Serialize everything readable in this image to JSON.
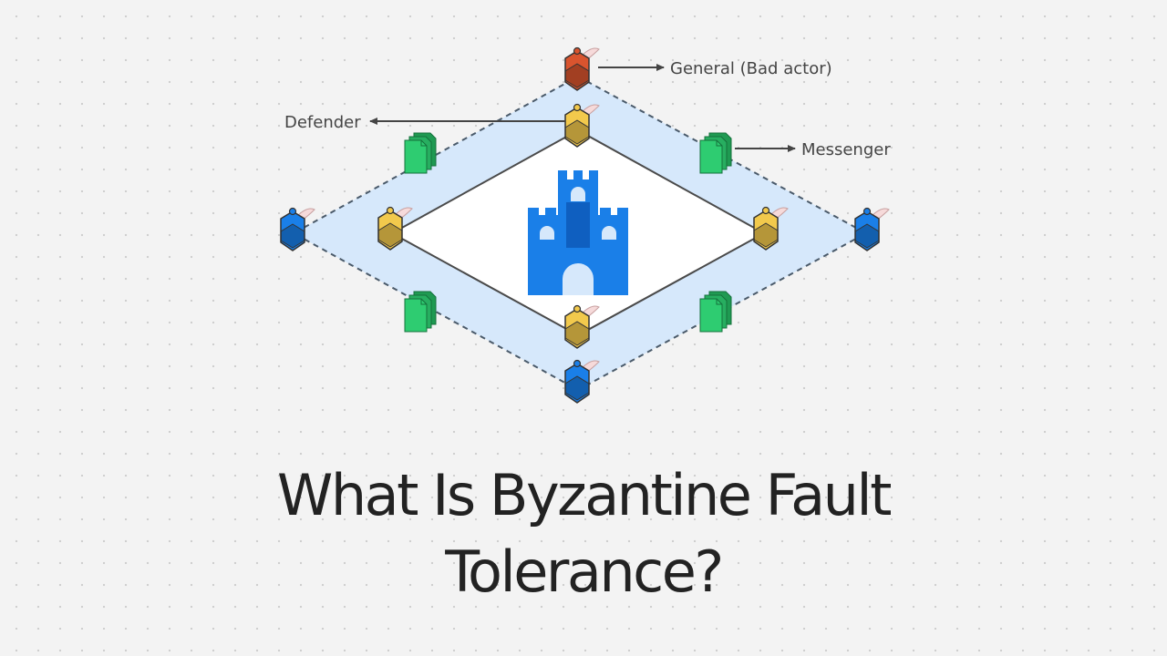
{
  "labels": {
    "general": "General (Bad actor)",
    "defender": "Defender",
    "messenger": "Messenger"
  },
  "title": {
    "line1": "What Is Byzantine Fault",
    "line2": "Tolerance?"
  },
  "colors": {
    "outer_fill": "#d6e8fb",
    "inner_fill": "#ffffff",
    "castle": "#1a7fe8",
    "castle_dark": "#0f5fc0",
    "general_bad": "#d9542e",
    "general_good": "#1a7fe8",
    "defender": "#f2c94c",
    "messenger": "#27ae60",
    "text": "#222222"
  },
  "icons": [
    "castle-icon",
    "knight-helmet-icon",
    "scroll-stack-icon",
    "arrow-right-icon",
    "arrow-left-icon"
  ]
}
